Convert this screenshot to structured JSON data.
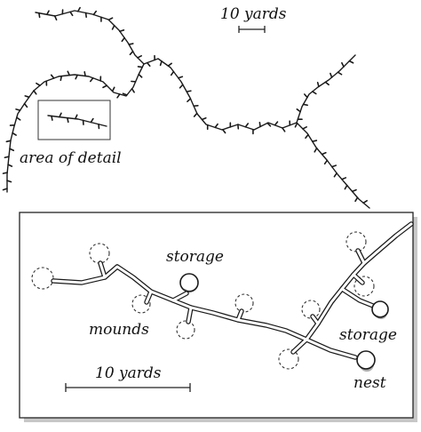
{
  "overview": {
    "scale_label": "10 yards",
    "detail_label": "area of detail"
  },
  "detail": {
    "labels": {
      "storage_top": "storage",
      "storage_right": "storage",
      "mounds": "mounds",
      "nest": "nest"
    },
    "scale_label": "10 yards"
  }
}
